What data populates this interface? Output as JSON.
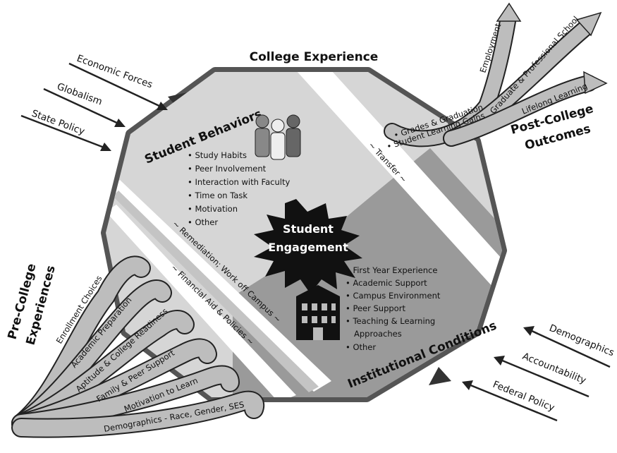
{
  "title": "College Experience",
  "external_forces_top": [
    "Economic Forces",
    "Globalism",
    "State Policy"
  ],
  "external_forces_bottom": [
    "Demographics",
    "Accountability",
    "Federal Policy"
  ],
  "student_behaviors": {
    "heading": "Student Behaviors",
    "items": [
      "• Study Habits",
      "• Peer Involvement",
      "• Interaction with Faculty",
      "• Time on Task",
      "• Motivation",
      "• Other"
    ]
  },
  "institutional_conditions": {
    "heading": "Institutional Conditions",
    "items": [
      "• First Year Experience",
      "• Academic Support",
      "• Campus Environment",
      "• Peer Support",
      "• Teaching & Learning",
      "Approaches",
      "• Other"
    ]
  },
  "center": {
    "line1": "Student",
    "line2": "Engagement"
  },
  "bands": {
    "transfer": "~ Transfer ~",
    "remediation": "~ Remediation; Work off Campus ~",
    "financial_aid": "~ Financial Aid & Policies ~"
  },
  "post_college": {
    "heading_line1": "Post-College",
    "heading_line2": "Outcomes",
    "inputs": [
      "• Grades & Graduation",
      "• Student Learning Gains"
    ],
    "outcomes": [
      "Employment",
      "Graduate & Professional School",
      "Lifelong Learning"
    ]
  },
  "pre_college": {
    "heading_line1": "Pre-College",
    "heading_line2": "Experiences",
    "items": [
      "Enrollment Choices",
      "Academic Preparation",
      "Aptitude & College Readiness",
      "Family & Peer Support",
      "Motivation to Learn",
      "Demographics - Race, Gender, SES"
    ]
  }
}
